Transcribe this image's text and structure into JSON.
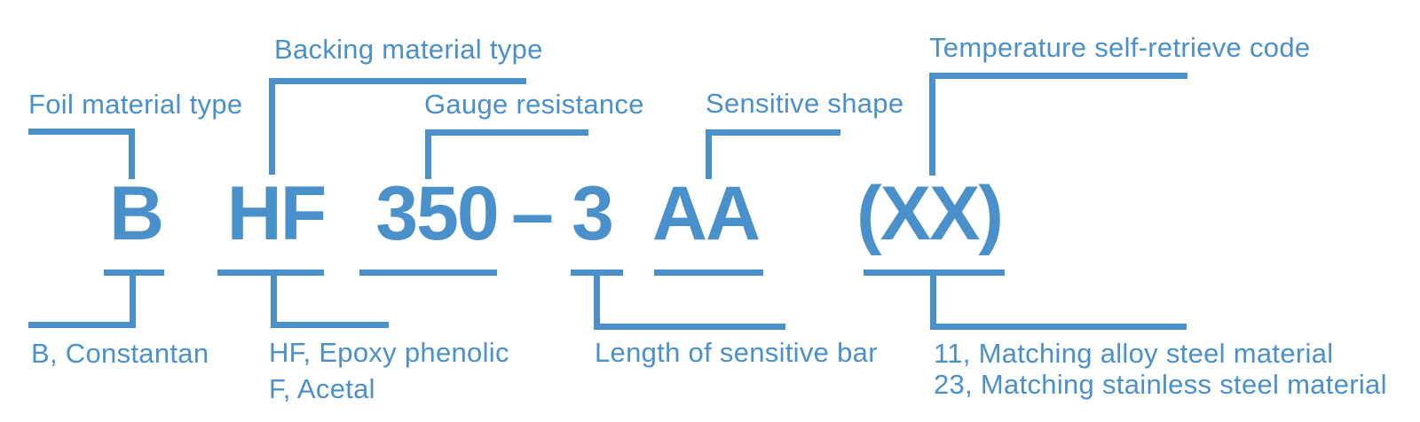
{
  "colors": {
    "accent": "#4a90ca",
    "background": "#ffffff"
  },
  "diagram": {
    "full_code": "B HF 350 – 3 AA (XX)",
    "top_labels": {
      "foil": "Foil material type",
      "backing": "Backing material type",
      "gauge": "Gauge resistance",
      "sensitive": "Sensitive shape",
      "temperature": "Temperature self-retrieve code"
    },
    "code": {
      "foil": "B",
      "backing": "HF",
      "resistance": "350",
      "separator": "–",
      "length": "3",
      "shape": "AA",
      "temperature": "(XX)"
    },
    "bottom_labels": {
      "foil": "B, Constantan",
      "backing_line1": "HF, Epoxy phenolic",
      "backing_line2": "F, Acetal",
      "length": "Length of sensitive bar",
      "temperature_line1": "11, Matching alloy steel material",
      "temperature_line2": "23, Matching stainless steel material"
    }
  }
}
